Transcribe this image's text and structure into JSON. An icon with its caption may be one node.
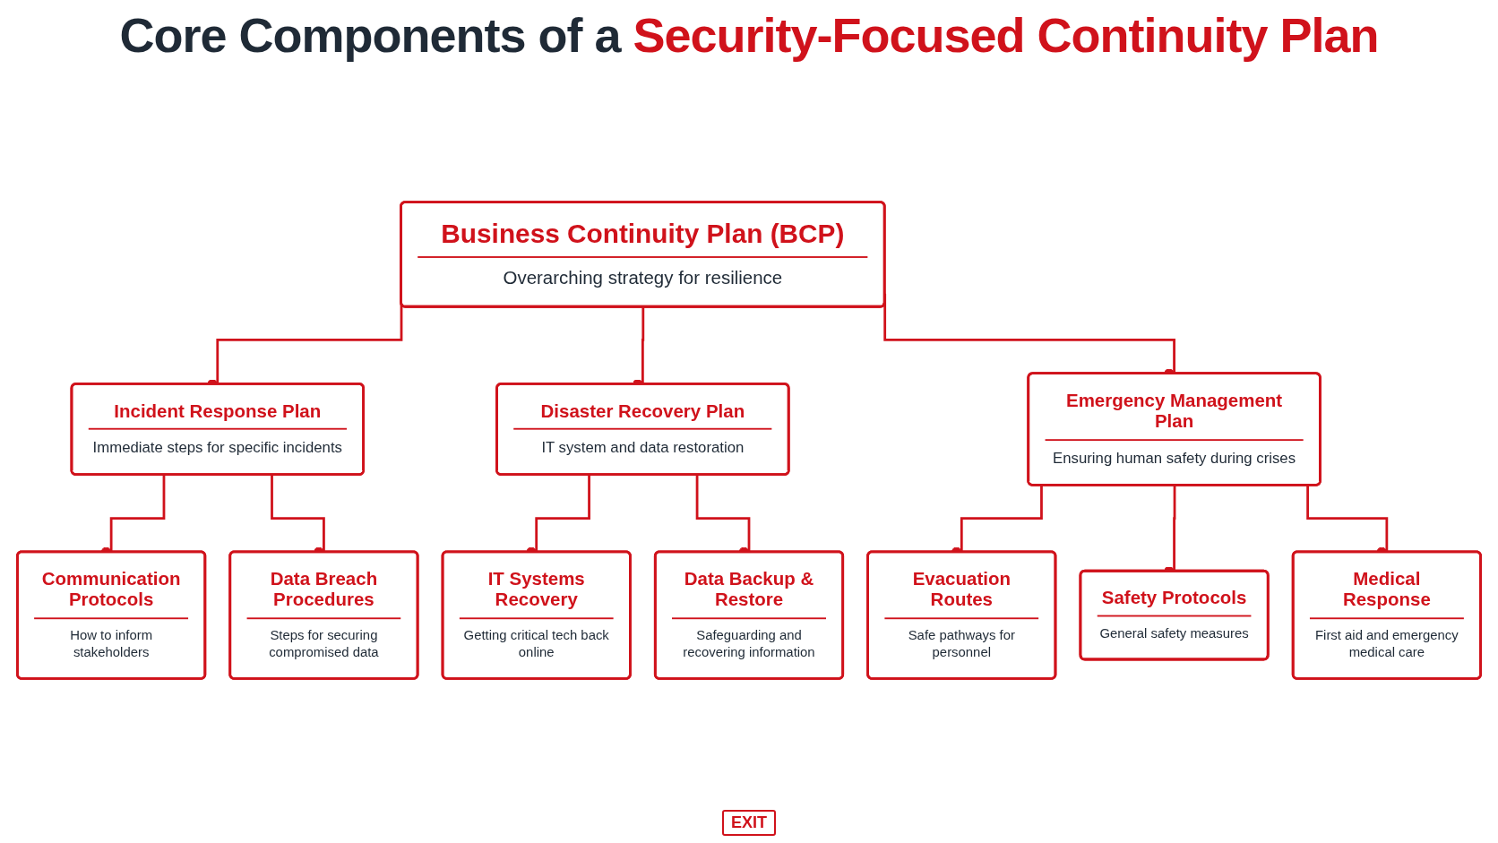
{
  "diagram": {
    "title": "Core Components of a Security-Focused Continuity Plan",
    "nodes": [
      {
        "text": [
          "Business Continuity Plan (BCP)",
          "Overarching strategy for resilience"
        ]
      },
      {
        "text": [
          "Incident Response Plan",
          "Immediate steps for specific incidents"
        ]
      },
      {
        "text": [
          "Disaster Recovery Plan",
          "IT system and data restoration"
        ]
      },
      {
        "text": [
          "Emergency Management Plan",
          "Ensuring human safety during crises"
        ]
      },
      {
        "text": [
          "Communication Protocols",
          "How to inform stakeholders"
        ]
      },
      {
        "text": [
          "Data Breach Procedures",
          "Steps for securing compromised data"
        ]
      },
      {
        "text": [
          "IT Systems Recovery",
          "Getting critical tech back online"
        ]
      },
      {
        "text": [
          "Data Backup & Restore",
          "Safeguarding and recovering information"
        ]
      },
      {
        "text": [
          "Evacuation Routes",
          "Safe pathways for personnel"
        ]
      },
      {
        "text": [
          "Safety Protocols",
          "General safety measures"
        ]
      },
      {
        "text": [
          "Medical Response",
          "First aid and emergency medical care"
        ]
      }
    ],
    "edges": [
      {
        "from": 0,
        "to": 1,
        "arrow": "other"
      },
      {
        "from": 0,
        "to": 2,
        "arrow": "other"
      },
      {
        "from": 0,
        "to": 3,
        "arrow": "other"
      },
      {
        "from": 1,
        "to": 4,
        "arrow": "other"
      },
      {
        "from": 1,
        "to": 5,
        "arrow": "other"
      },
      {
        "from": 2,
        "to": 6,
        "arrow": "other"
      },
      {
        "from": 2,
        "to": 7,
        "arrow": "other"
      },
      {
        "from": 3,
        "to": 8,
        "arrow": "other"
      },
      {
        "from": 3,
        "to": 9,
        "arrow": "other"
      },
      {
        "from": 3,
        "to": 10,
        "arrow": "other"
      }
    ],
    "labels": [
      "EXIT"
    ]
  }
}
